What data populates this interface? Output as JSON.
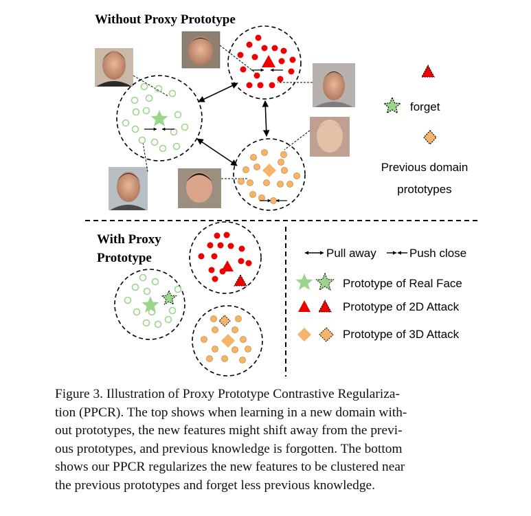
{
  "figure": {
    "top_title": "Without Proxy Prototype",
    "bottom_title_line1": "With Proxy",
    "bottom_title_line2": "Prototype",
    "legend_top": {
      "forget": "forget",
      "previous_line1": "Previous domain",
      "previous_line2": "prototypes"
    },
    "legend_bottom": {
      "pull_away": "Pull away",
      "push_close": "Push close",
      "real_face": "Prototype of Real Face",
      "attack_2d": "Prototype of 2D Attack",
      "attack_3d": "Prototype of 3D Attack"
    },
    "colors": {
      "real": "#9bd58c",
      "attack_2d": "#ee0000",
      "attack_3d": "#f5b46a"
    }
  },
  "caption": {
    "lines": [
      "Figure 3. Illustration of Proxy Prototype Contrastive Regulariza-",
      "tion (PPCR). The top shows when learning in a new domain with-",
      "out prototypes, the new features might shift away from the previ-",
      "ous prototypes, and previous knowledge is forgotten. The bottom",
      "shows our PPCR regularizes the new features to be clustered near",
      "the previous prototypes and forget less previous knowledge."
    ]
  }
}
